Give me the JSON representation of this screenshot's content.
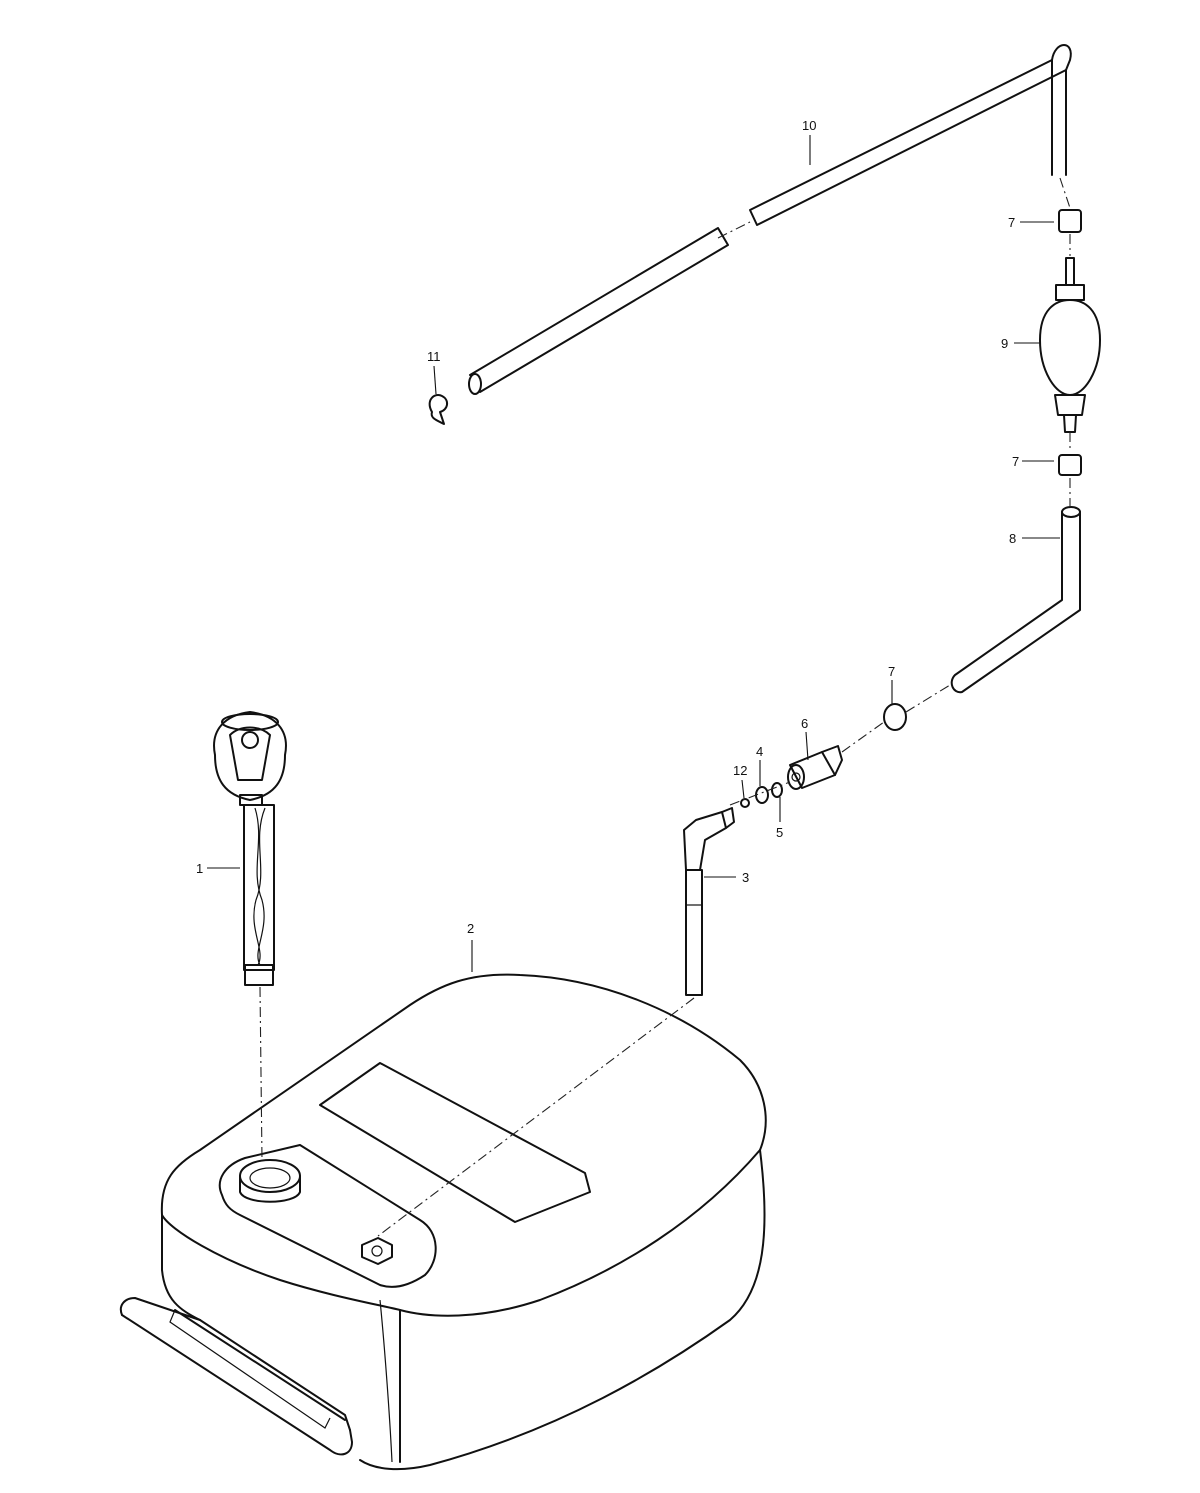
{
  "callouts": {
    "p1": "1",
    "p2": "2",
    "p3": "3",
    "p4": "4",
    "p5": "5",
    "p6": "6",
    "p7a": "7",
    "p7b": "7",
    "p7c": "7",
    "p8": "8",
    "p9": "9",
    "p10": "10",
    "p11": "11",
    "p12": "12"
  }
}
